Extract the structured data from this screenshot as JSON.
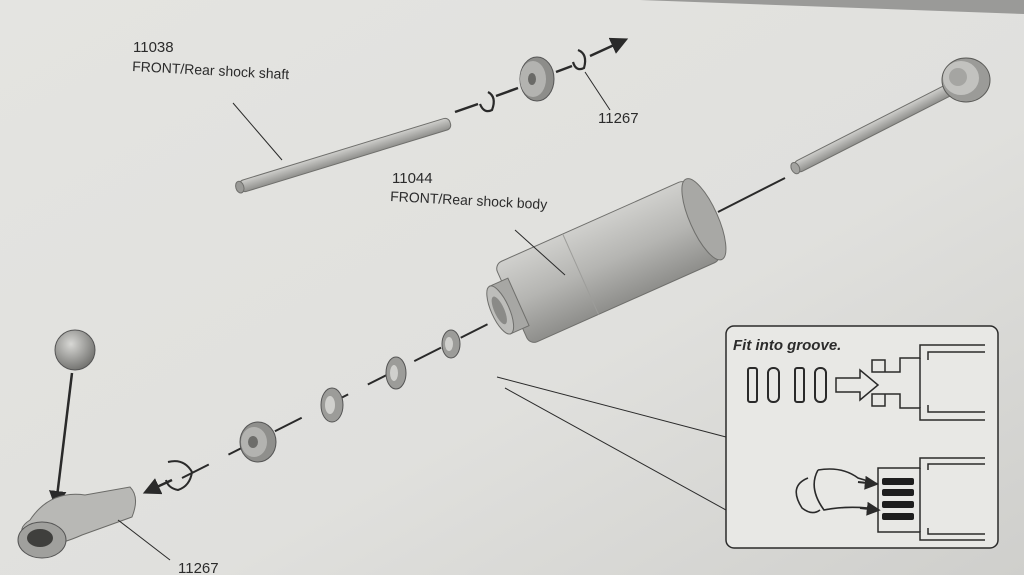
{
  "labels": {
    "shaft_number": "11038",
    "shaft_name": "FRONT/Rear shock shaft",
    "body_number": "11044",
    "body_name": "FRONT/Rear shock body",
    "clip_top_number": "11267",
    "rod_end_number": "11267"
  },
  "inset": {
    "title": "Fit into groove."
  },
  "colors": {
    "paper": "#e2e2df",
    "line": "#2a2a2a",
    "part_fill": "#b9b9b6",
    "part_shade": "#8f8f8c"
  }
}
